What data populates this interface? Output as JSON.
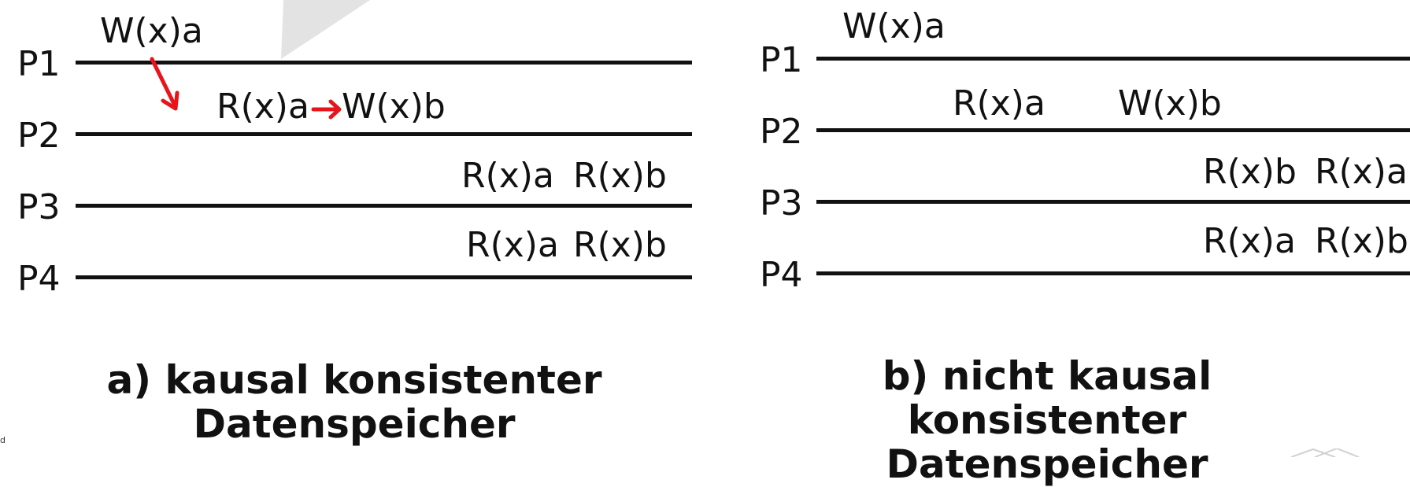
{
  "panel_a": {
    "processes": [
      "P1",
      "P2",
      "P3",
      "P4"
    ],
    "ops": {
      "p1_w": "W(x)a",
      "p2_r": "R(x)a",
      "p2_w": "W(x)b",
      "p3_r1": "R(x)a",
      "p3_r2": "R(x)b",
      "p4_r1": "R(x)a",
      "p4_r2": "R(x)b"
    },
    "caption_line1": "a) kausal konsistenter",
    "caption_line2": "Datenspeicher",
    "arrow_color": "#e8141b"
  },
  "panel_b": {
    "processes": [
      "P1",
      "P2",
      "P3",
      "P4"
    ],
    "ops": {
      "p1_w": "W(x)a",
      "p2_r": "R(x)a",
      "p2_w": "W(x)b",
      "p3_r1": "R(x)b",
      "p3_r2": "R(x)a",
      "p4_r1": "R(x)a",
      "p4_r2": "R(x)b"
    },
    "caption_line1": "b) nicht kausal konsistenter",
    "caption_line2": "Datenspeicher"
  },
  "corner_text": "d"
}
